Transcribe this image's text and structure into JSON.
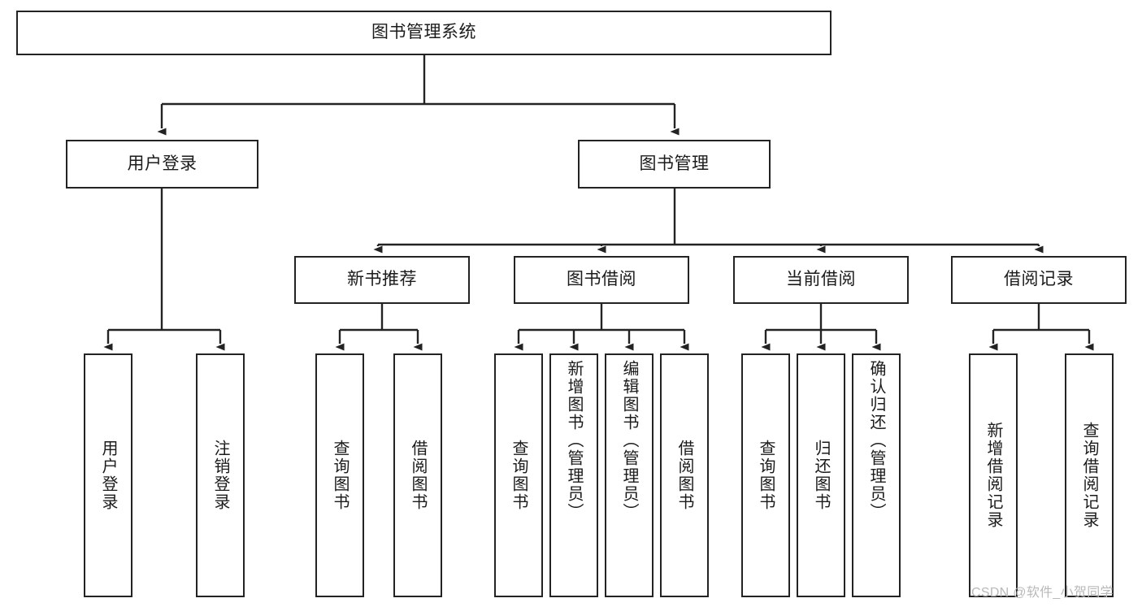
{
  "diagram": {
    "title": "图书管理系统",
    "type": "tree-hierarchy",
    "watermark": "CSDN @软件_小贺同学",
    "colors": {
      "stroke": "#232323",
      "fill": "#ffffff",
      "text": "#1b1b1b",
      "watermark": "#b9b9b9"
    },
    "root": {
      "label": "图书管理系统"
    },
    "level2": [
      {
        "label": "用户登录"
      },
      {
        "label": "图书管理"
      }
    ],
    "level3": [
      {
        "label": "新书推荐"
      },
      {
        "label": "图书借阅"
      },
      {
        "label": "当前借阅"
      },
      {
        "label": "借阅记录"
      }
    ],
    "leaves": {
      "user_login": [
        {
          "label": "用户登录"
        },
        {
          "label": "注销登录"
        }
      ],
      "new_book": [
        {
          "label": "查询图书"
        },
        {
          "label": "借阅图书"
        }
      ],
      "book_borrow": [
        {
          "label": "查询图书"
        },
        {
          "label": "新增图书（管理员）"
        },
        {
          "label": "编辑图书（管理员）"
        },
        {
          "label": "借阅图书"
        }
      ],
      "current_borrow": [
        {
          "label": "查询图书"
        },
        {
          "label": "归还图书"
        },
        {
          "label": "确认归还（管理员）"
        }
      ],
      "borrow_record": [
        {
          "label": "新增借阅记录"
        },
        {
          "label": "查询借阅记录"
        }
      ]
    }
  }
}
